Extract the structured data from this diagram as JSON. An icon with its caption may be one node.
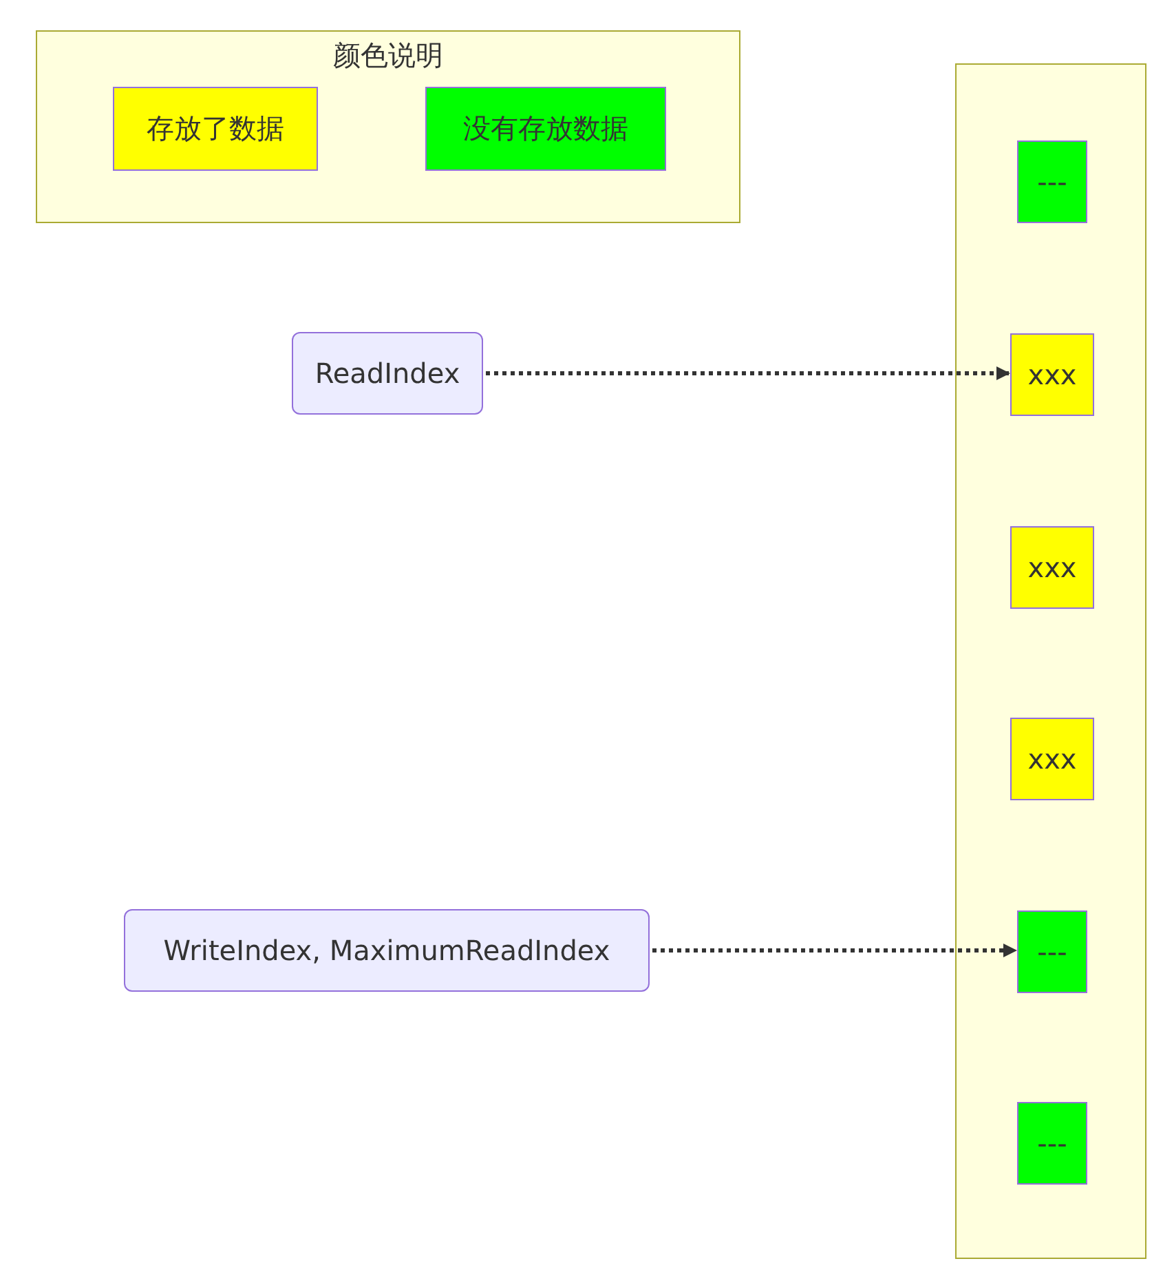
{
  "diagram": {
    "nodes": [
      {
        "text": [
          "颜色说明"
        ]
      },
      {
        "text": [
          "存放了数据"
        ],
        "in": 0
      },
      {
        "text": [
          "没有存放数据"
        ],
        "in": 0
      },
      {
        "text": [],
        "shape": "box"
      },
      {
        "text": [
          "---"
        ],
        "in": 3
      },
      {
        "text": [
          "xxx"
        ],
        "in": 3
      },
      {
        "text": [
          "xxx"
        ],
        "in": 3
      },
      {
        "text": [
          "xxx"
        ],
        "in": 3
      },
      {
        "text": [
          "---"
        ],
        "in": 3
      },
      {
        "text": [
          "---"
        ],
        "in": 3
      },
      {
        "text": [
          "ReadIndex"
        ]
      },
      {
        "text": [
          "WriteIndex, MaximumReadIndex"
        ]
      }
    ],
    "edges": [
      {
        "from": 10,
        "to": 5,
        "arrow": "to",
        "style": "dashed"
      },
      {
        "from": 11,
        "to": 8,
        "arrow": "to",
        "style": "dashed"
      }
    ]
  }
}
